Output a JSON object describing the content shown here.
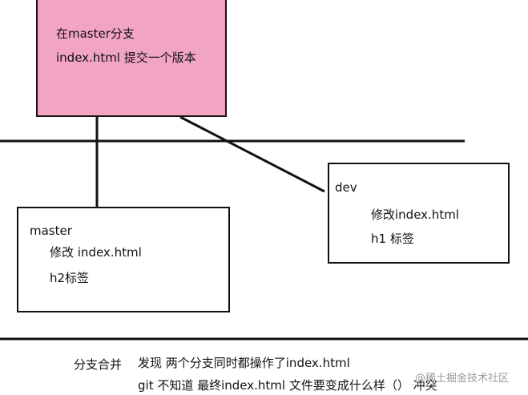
{
  "colors": {
    "commit_fill": "#f2a4c5",
    "line": "#111111",
    "watermark": "#9a9a9a"
  },
  "commit_box": {
    "line1": "在master分支",
    "line2": "index.html  提交一个版本"
  },
  "master_box": {
    "title": "master",
    "line1": "修改 index.html",
    "line2": "h2标签"
  },
  "dev_box": {
    "title": "dev",
    "line1": "修改index.html",
    "line2": "h1 标签"
  },
  "note": {
    "label": "分支合并",
    "line1": "发现 两个分支同时都操作了index.html",
    "line2": "git 不知道 最终index.html 文件要变成什么样（）  冲突"
  },
  "watermark": "@稀土掘金技术社区"
}
